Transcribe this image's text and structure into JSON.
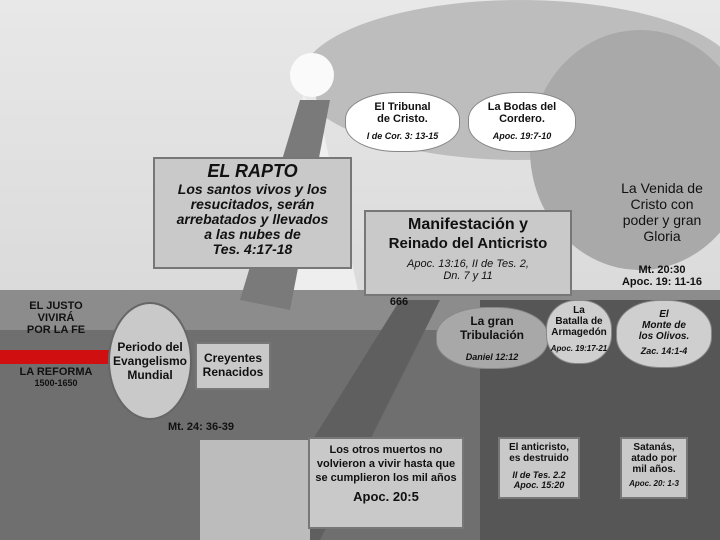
{
  "title": {
    "heading": "EL RAPTO",
    "lines": [
      "Los santos vivos y los",
      "resucitados, serán",
      "arrebatados y llevados",
      "a las nubes de",
      "Tes. 4:17-18"
    ]
  },
  "tribunal": {
    "label_1": "El Tribunal",
    "label_2": "de Cristo.",
    "ref": "I de Cor. 3: 13-15"
  },
  "bodas": {
    "label_1": "La Bodas del",
    "label_2": "Cordero.",
    "ref": "Apoc. 19:7-10"
  },
  "venida": {
    "lines": [
      "La Venida de",
      "Cristo con",
      "poder y gran",
      "Gloria"
    ],
    "ref_1": "Mt. 20:30",
    "ref_2": "Apoc. 19: 11-16"
  },
  "manifestacion": {
    "line_1": "Manifestación y",
    "line_2": "Reinado del  Anticristo",
    "ref_1": "Apoc. 13:16, II de Tes. 2,",
    "ref_2": "Dn. 7 y 11"
  },
  "mark_666": "666",
  "tribulacion": {
    "line_1": "La gran",
    "line_2": "Tribulación",
    "ref": "Daniel 12:12"
  },
  "armagedon": {
    "line_1": "La",
    "line_2": "Batalla de",
    "line_3": "Armagedón",
    "ref": "Apoc. 19:17-21"
  },
  "olivos": {
    "line_1": "El",
    "line_2": "Monte de",
    "line_3": "los Olivos.",
    "ref": "Zac. 14:1-4"
  },
  "reforma": {
    "sign_1": "EL JUSTO",
    "sign_2": "VIVIRÁ",
    "sign_3": "POR LA FE",
    "banner": "LA REFORMA",
    "years": "1500-1650"
  },
  "evangelismo": {
    "line_1": "Periodo del",
    "line_2": "Evangelismo",
    "line_3": "Mundial"
  },
  "creyentes": {
    "line_1": "Creyentes",
    "line_2": "Renacidos"
  },
  "mt24": "Mt. 24: 36-39",
  "otros_muertos": {
    "lines": [
      "Los otros muertos no",
      "volvieron a vivir hasta que",
      "se cumplieron los mil años"
    ],
    "ref": "Apoc. 20:5"
  },
  "anticristo_destruido": {
    "line_1": "El anticristo,",
    "line_2": "es destruido",
    "ref_1": "II de Tes. 2.2",
    "ref_2": "Apoc. 15:20"
  },
  "satanas": {
    "line_1": "Satanás,",
    "line_2": "atado por",
    "line_3": "mil años.",
    "ref": "Apoc. 20: 1-3"
  }
}
